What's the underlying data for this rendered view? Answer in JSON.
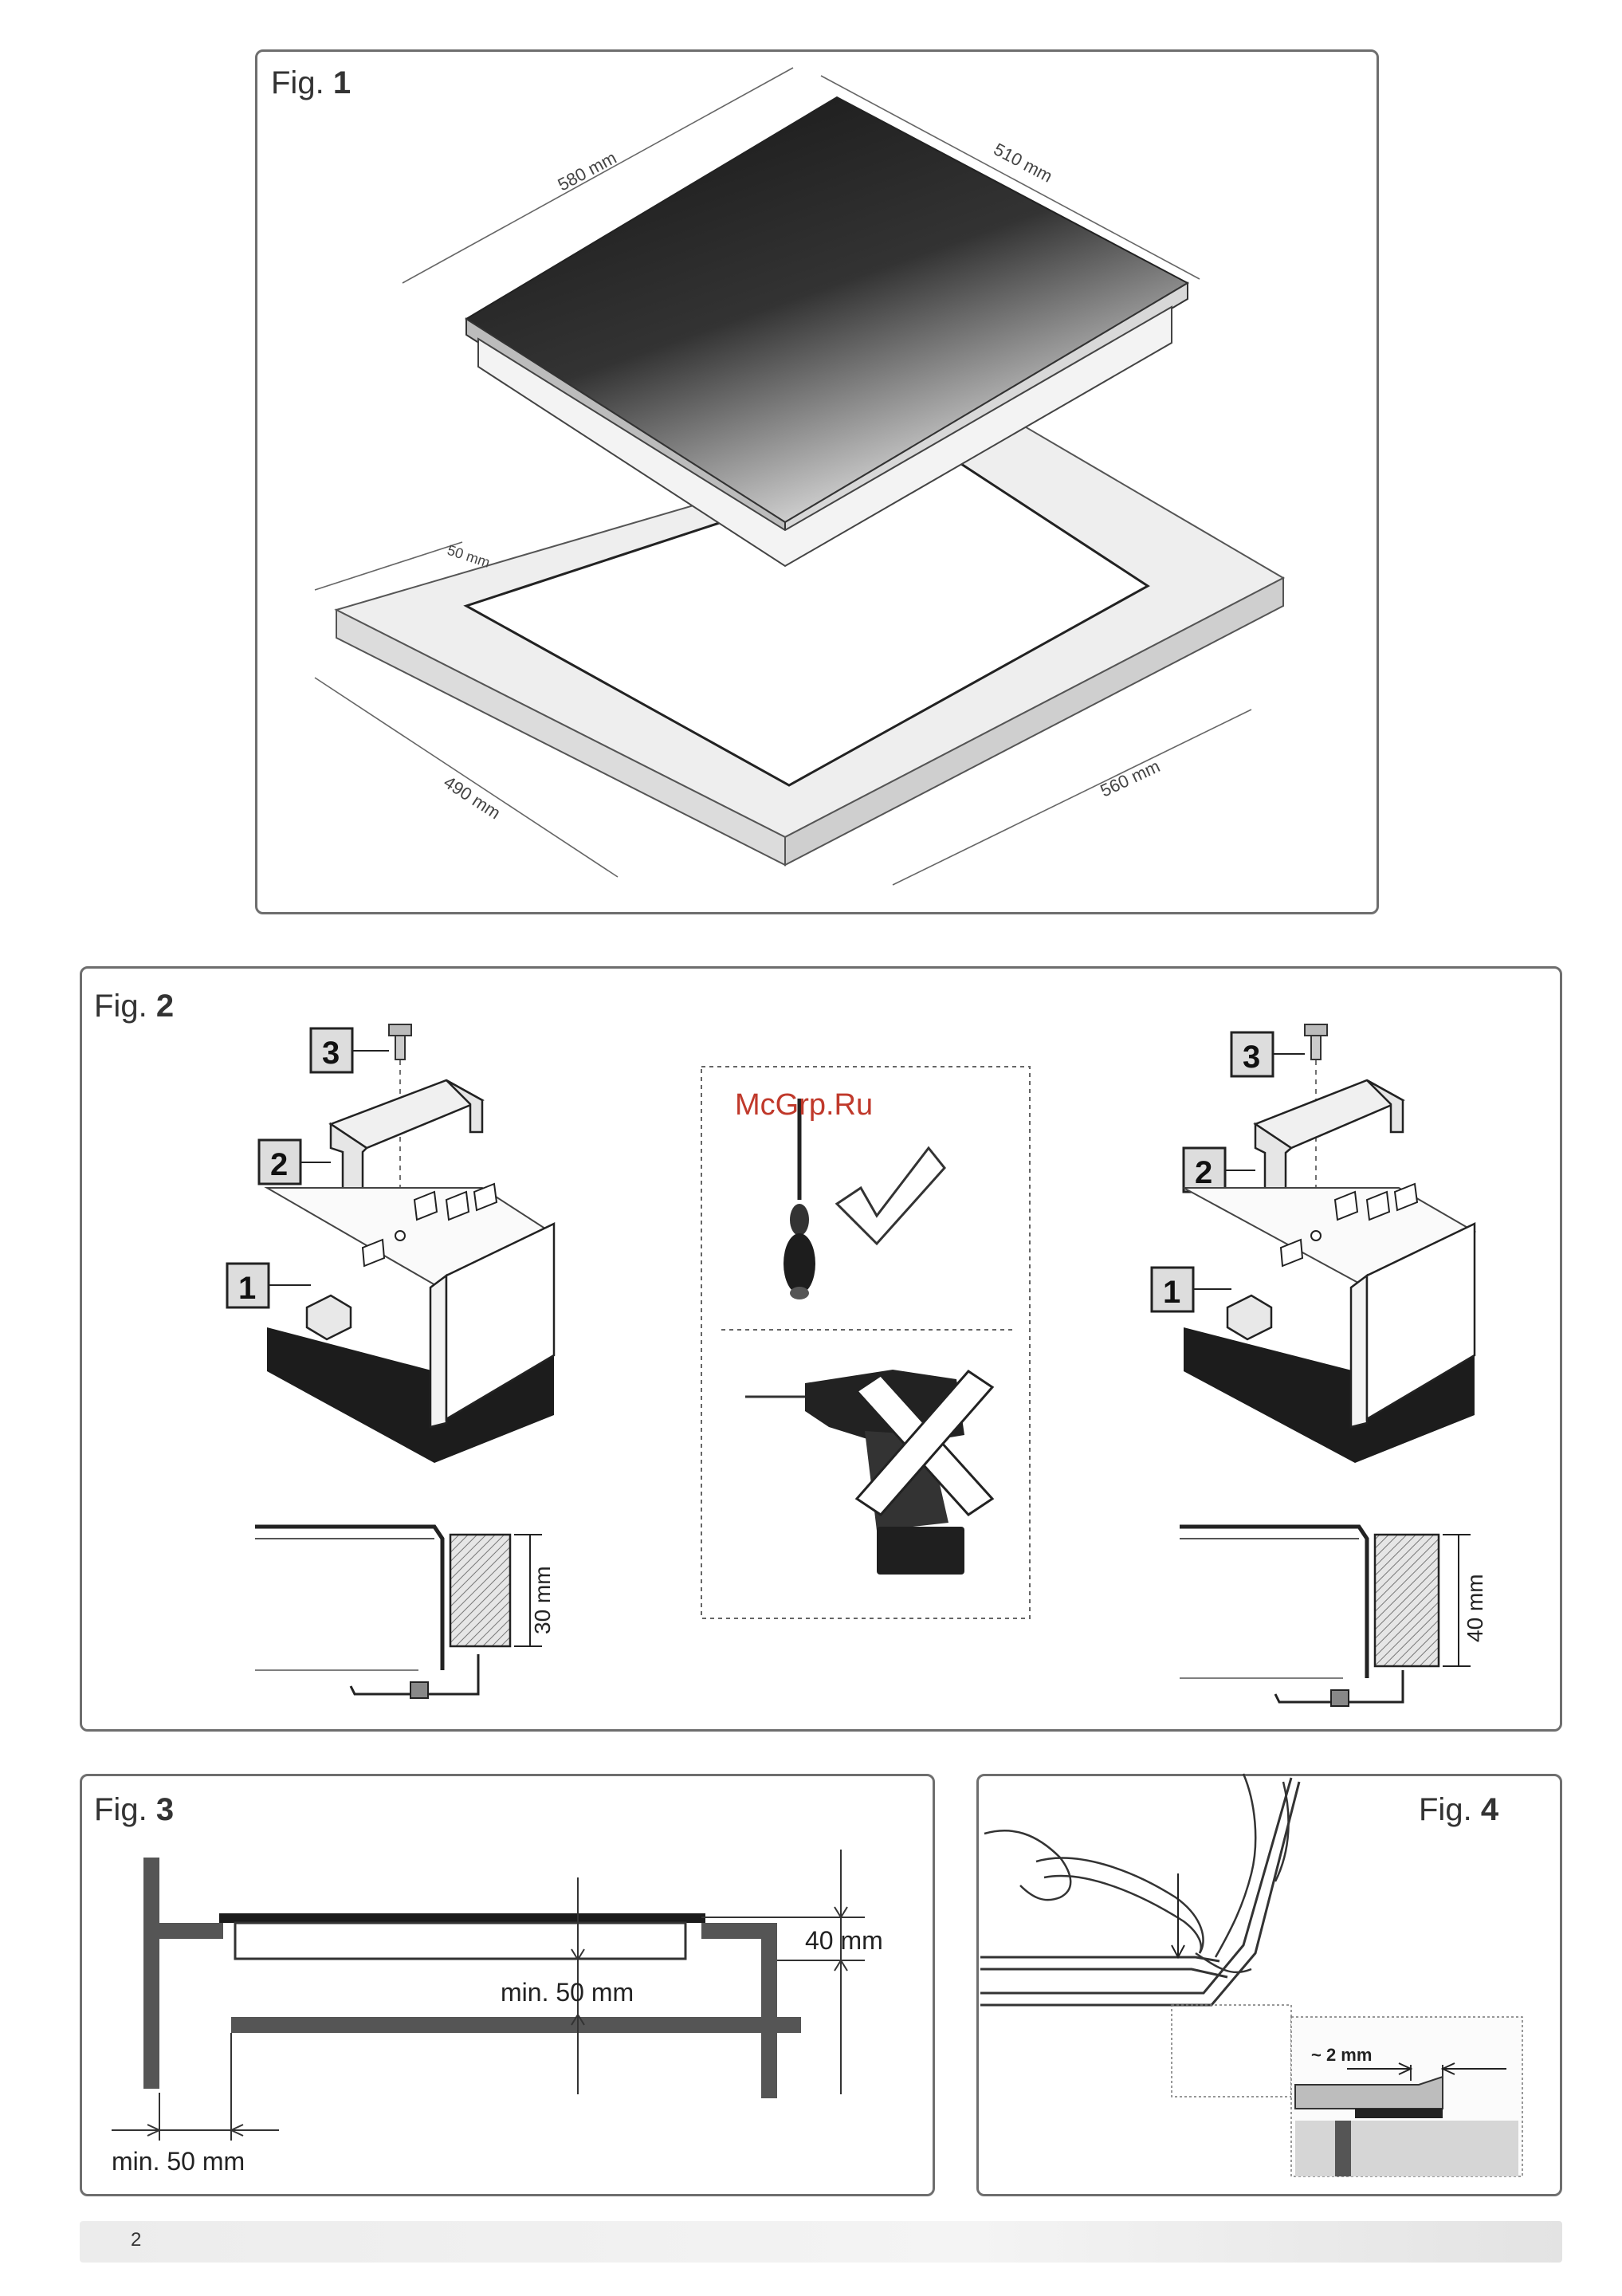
{
  "figures": {
    "fig1": {
      "label_prefix": "Fig.",
      "number": "1",
      "dims": {
        "top_width": "580 mm",
        "top_depth": "510 mm",
        "edge": "50 mm",
        "cutout_depth": "490 mm",
        "cutout_width": "560 mm"
      }
    },
    "fig2": {
      "label_prefix": "Fig.",
      "number": "2",
      "callouts": [
        "1",
        "2",
        "3"
      ],
      "left_thickness": "30 mm",
      "right_thickness": "40 mm"
    },
    "fig3": {
      "label_prefix": "Fig.",
      "number": "3",
      "dim_height": "40 mm",
      "dim_gap": "min. 50 mm",
      "dim_wall": "min. 50 mm"
    },
    "fig4": {
      "label_prefix": "Fig.",
      "number": "4",
      "dim_gap": "~ 2 mm"
    }
  },
  "watermark": "McGrp.Ru",
  "page_number": "2",
  "colors": {
    "glass": "#1f1f1f",
    "panel_border": "#6e6e6e",
    "watermark": "#c0392b"
  }
}
